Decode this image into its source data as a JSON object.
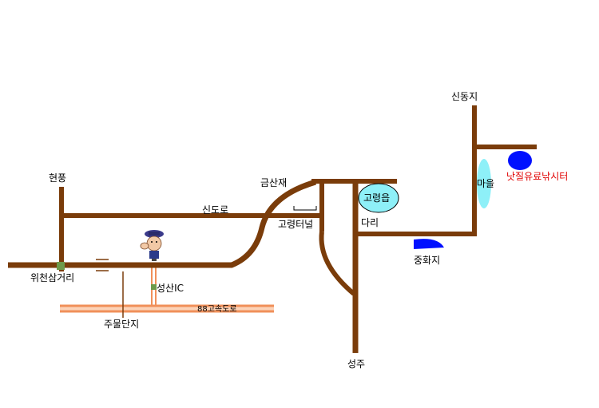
{
  "colors": {
    "road": "#7a3c0a",
    "expressway": "#f0905a",
    "expressway_inner": "#fcd3b8",
    "water_light": "#8ef0f8",
    "water_dark": "#0010ff",
    "destination_text": "#e00000",
    "interchange": "#6e9a4a"
  },
  "icons": {
    "mascot": "police-mascot-icon",
    "junction": "junction-square-icon",
    "bridge": "bridge-icon"
  },
  "labels": {
    "hyeonpung": "현풍",
    "wicheon_junction": "위천삼거리",
    "new_road": "신도로",
    "geumsanjae": "금산재",
    "goryeong_eup": "고령읍",
    "goryeong_terminal": "고령터널",
    "dari": "다리",
    "sindongji": "신동지",
    "maeul": "마을",
    "fishing_site": "낫질유료낚시터",
    "junghwaji": "중화지",
    "seongsan_ic": "성산IC",
    "expressway_88": "88고속도로",
    "jumul_complex": "주물단지",
    "seongju": "성주"
  }
}
